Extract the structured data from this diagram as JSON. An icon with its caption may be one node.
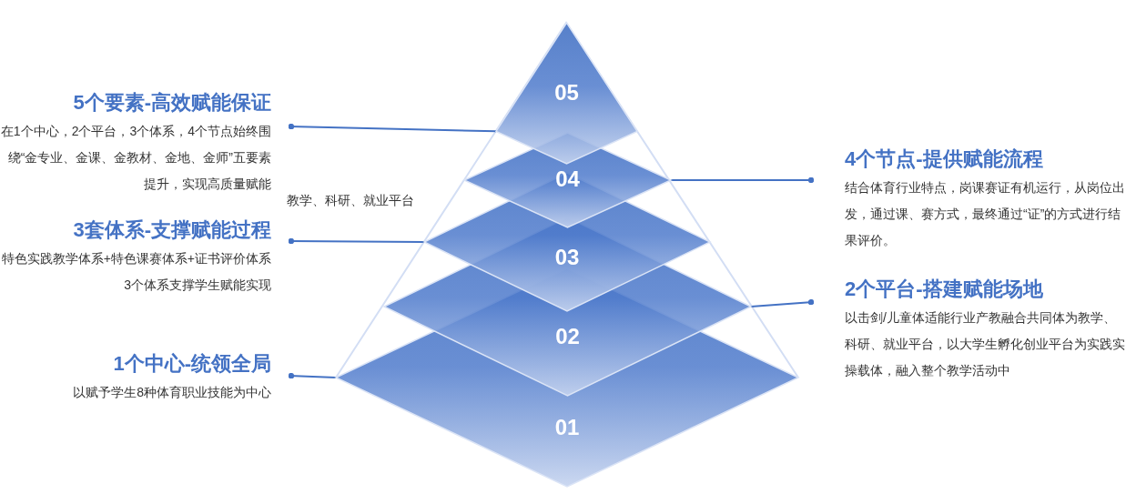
{
  "diagram": {
    "nodes": [
      {
        "text": [
          "5个要素-高效赋能保证",
          "在1个中心，2个平台，3个体系，4个节点始终围绕“金专业、金课、金教材、金地、金师”五要素提升，实现高质量赋能"
        ]
      },
      {
        "text": [
          "3套体系-支撑赋能过程",
          "特色实践教学体系+特色课赛体系+证书评价体系3个体系支撑学生赋能实现"
        ]
      },
      {
        "text": [
          "1个中心-统领全局",
          "以赋予学生8种体育职业技能为中心"
        ]
      },
      {
        "text": [
          "05"
        ]
      },
      {
        "text": [
          "04"
        ]
      },
      {
        "text": [
          "03"
        ]
      },
      {
        "text": [
          "02"
        ]
      },
      {
        "text": [
          "01"
        ]
      },
      {
        "text": [
          "4个节点-提供赋能流程",
          "结合体育行业特点，岗课赛证有机运行，从岗位出发，通过课、赛方式，最终通过“证”的方式进行结果评价。"
        ]
      },
      {
        "text": [
          "2个平台-搭建赋能场地",
          "以击剑/儿童体适能行业产教融合共同体为教学、科研、就业平台，以大学生孵化创业平台为实践实操载体，融入整个教学活动中"
        ]
      }
    ],
    "edges": [
      {
        "from": 0,
        "to": 3,
        "arrow": "other"
      },
      {
        "from": 1,
        "to": 5,
        "arrow": "other"
      },
      {
        "from": 2,
        "to": 7,
        "arrow": "other"
      },
      {
        "from": 8,
        "to": 4,
        "arrow": "other"
      },
      {
        "from": 9,
        "to": 6,
        "arrow": "other"
      }
    ],
    "labels": [
      "教学、科研、就业平台"
    ]
  }
}
